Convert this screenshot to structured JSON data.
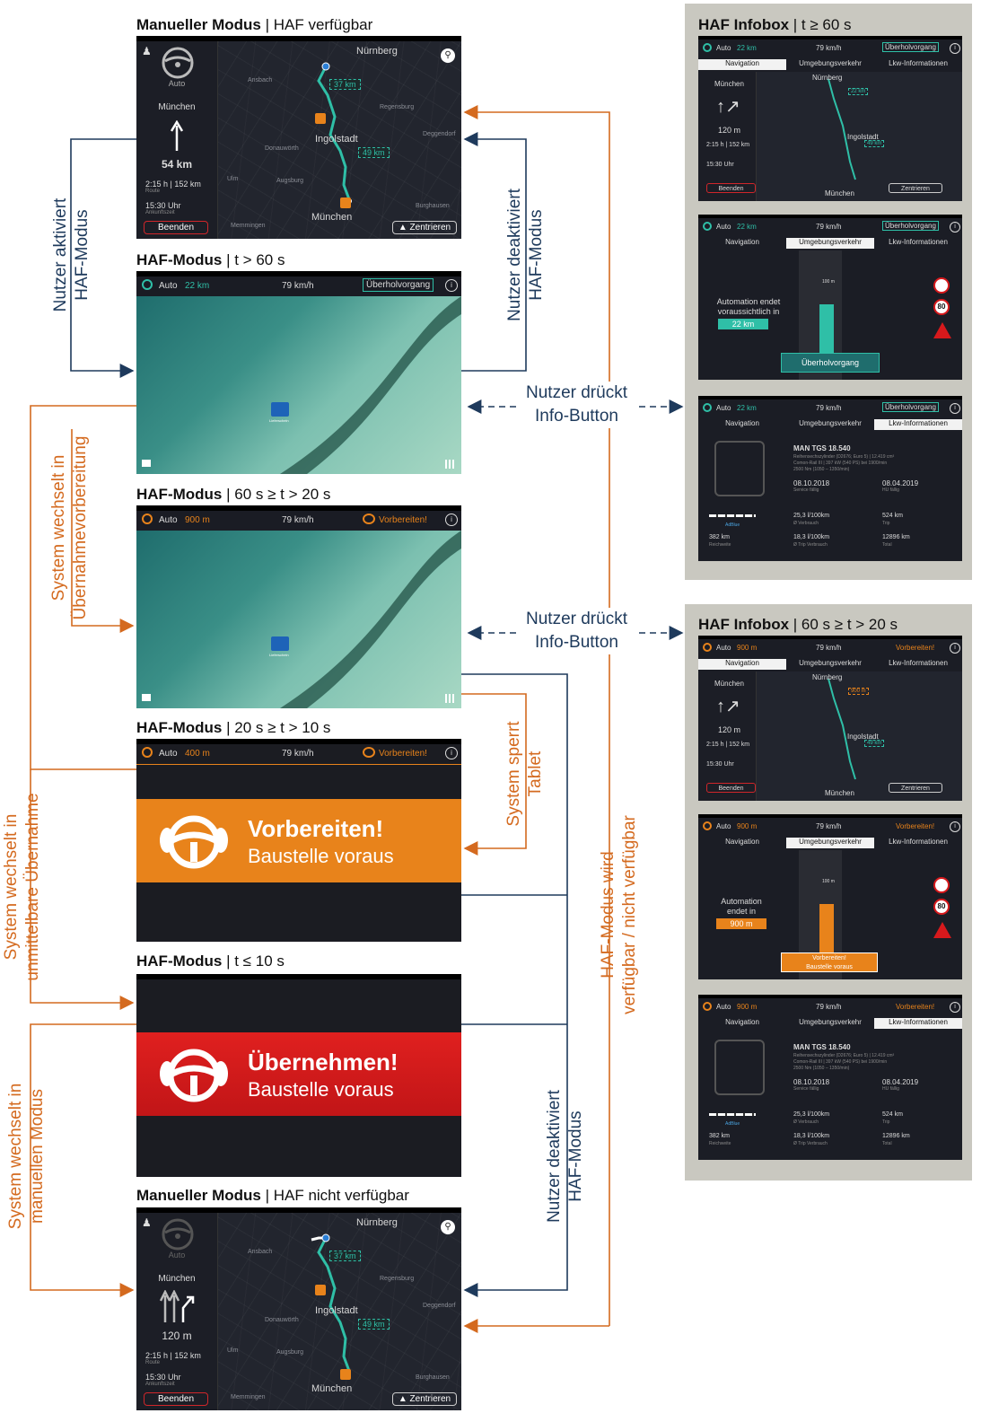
{
  "titles": {
    "t1": {
      "bold": "Manueller Modus",
      "rest": " | HAF verfügbar"
    },
    "t2": {
      "bold": "HAF-Modus",
      "rest": " | t > 60 s"
    },
    "t3": {
      "bold": "HAF-Modus",
      "rest": " | 60 s ≥ t > 20 s"
    },
    "t4": {
      "bold": "HAF-Modus",
      "rest": " | 20 s ≥ t > 10 s"
    },
    "t5": {
      "bold": "HAF-Modus",
      "rest": " | t ≤ 10 s"
    },
    "t6": {
      "bold": "Manueller Modus",
      "rest": " | HAF nicht verfügbar"
    },
    "r1": {
      "bold": "HAF Infobox",
      "rest": " | t ≥ 60 s"
    },
    "r2": {
      "bold": "HAF Infobox",
      "rest": " | 60 s ≥ t > 20 s"
    }
  },
  "labels": {
    "nutzer_aktiviert_1": "Nutzer aktiviert",
    "nutzer_aktiviert_2": "HAF-Modus",
    "nutzer_deaktiviert_1": "Nutzer deaktiviert",
    "nutzer_deaktiviert_2": "HAF-Modus",
    "infobutton_1": "Nutzer drückt",
    "infobutton_2": "Info-Button",
    "infobutton2_1": "Nutzer drückt",
    "infobutton2_2": "Info-Button",
    "uebernahmevorb_1": "System wechselt in",
    "uebernahmevorb_2": "Übernahmevorbereitung",
    "sperrt_1": "System sperrt",
    "sperrt_2": "Tablet",
    "haf_wird_1": "HAF-Modus wird",
    "haf_wird_2": "verfügbar / nicht verfügbar",
    "unmittelbar_1": "System wechselt in",
    "unmittelbar_2": "unmittelbare Übernahme",
    "manuell_1": "System wechselt in",
    "manuell_2": "manuellen Modus",
    "deakt2_1": "Nutzer deaktiviert",
    "deakt2_2": "HAF-Modus"
  },
  "map": {
    "nuernberg": "Nürnberg",
    "ingolstadt": "Ingolstadt",
    "muenchen": "München",
    "ansbach": "Ansbach",
    "regensburg": "Regensburg",
    "deggendorf": "Deggendorf",
    "donauwoerth": "Donauwörth",
    "augsburg": "Augsburg",
    "ulm": "Ulm",
    "burghausen": "Burghausen",
    "memmingen": "Memmingen",
    "km37": "37 km",
    "km49": "49 km",
    "km22": "22 km",
    "km900": "900 m"
  },
  "nav": {
    "auto": "Auto",
    "city": "München",
    "dist54": "54 km",
    "dist120": "120 m",
    "route": "2:15 h | 152 km",
    "route_lbl": "Route",
    "eta": "15:30 Uhr",
    "eta_lbl": "Ankunftszeit",
    "end": "Beenden",
    "center": "Zentrieren"
  },
  "haf_bar": {
    "auto": "Auto",
    "km22": "22 km",
    "m900": "900 m",
    "m400": "400 m",
    "speed": "79 km/h",
    "overtake": "Überholvorgang",
    "prepare": "Vorbereiten!"
  },
  "tablet": {
    "app": "Lieferschein"
  },
  "alerts": {
    "prepare_title": "Vorbereiten!",
    "prepare_sub": "Baustelle voraus",
    "take_title": "Übernehmen!",
    "take_sub": "Baustelle voraus"
  },
  "infobox": {
    "tab_nav": "Navigation",
    "tab_env": "Umgebungsverkehr",
    "tab_truck": "Lkw-Informationen",
    "auto_end_1": "Automation endet",
    "auto_end_2": "voraussichtlich in",
    "auto_end_short_1": "Automation",
    "auto_end_short_2": "endet in",
    "m100": "100 m",
    "sign80": "80",
    "overtake_btn": "Überholvorgang",
    "prepare_btn_1": "Vorbereiten!",
    "prepare_btn_2": "Baustelle voraus",
    "truck_model": "MAN TGS 18.540",
    "truck_spec1": "Reihensechszylinder (D2676; Euro 5) | 12.419 cm³",
    "truck_spec2": "Comon-Rail III | 397 kW (540 PS) bei 1900/min",
    "truck_spec3": "2500 Nm (1050 – 1350/min)",
    "service_date": "08.10.2018",
    "service_lbl": "Service fällig",
    "hu_date": "08.04.2019",
    "hu_lbl": "HU fällig",
    "adblue": "AdBlue",
    "range": "382 km",
    "range_lbl": "Reichweite",
    "cons": "25,3 l/100km",
    "cons_lbl": "Ø Verbrauch",
    "trip": "524 km",
    "trip_lbl": "Trip",
    "tripcons": "18,3 l/100km",
    "tripcons_lbl": "Ø Trip Verbrauch",
    "total": "12896 km",
    "total_lbl": "Total"
  },
  "colors": {
    "blue_arrow": "#1e3a5c",
    "orange_arrow": "#d46a1f",
    "teal": "#2fbfa7",
    "alert_orange": "#e8831b",
    "alert_red": "#d7191c"
  }
}
